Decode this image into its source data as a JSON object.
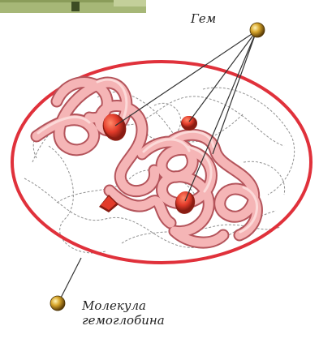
{
  "labels": {
    "heme": "Гем",
    "molecule_line1": "Молекула",
    "molecule_line2": "гемоглобина"
  },
  "colors": {
    "outline": "#e0313b",
    "chain_fill": "#f2a3a5",
    "chain_shadow": "#b4545b",
    "heme": "#e23b2a",
    "heme_dark": "#8a1c12",
    "marker_gold": "#d9a72c",
    "top_band": "#9cae6d"
  }
}
